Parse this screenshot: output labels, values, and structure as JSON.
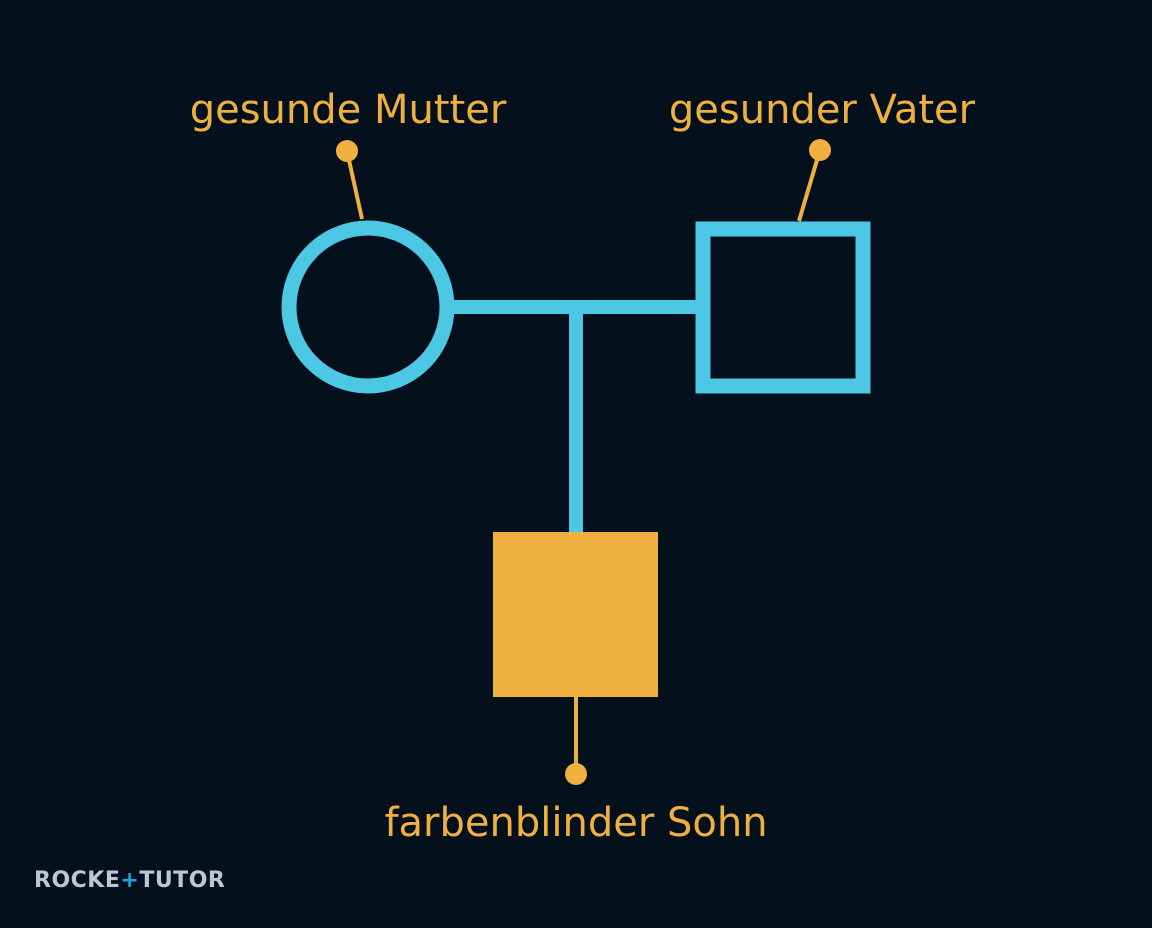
{
  "colors": {
    "background": "#04101c",
    "line": "#4cc8e4",
    "accent": "#f0b040",
    "brand_text": "#b8c8d4",
    "brand_accent": "#1ea6d8"
  },
  "labels": {
    "mother": "gesunde Mutter",
    "father": "gesunder Vater",
    "son": "farbenblinder Sohn"
  },
  "brand": {
    "part1": "ROCKE",
    "plus": "+",
    "part2": "TUTOR"
  }
}
